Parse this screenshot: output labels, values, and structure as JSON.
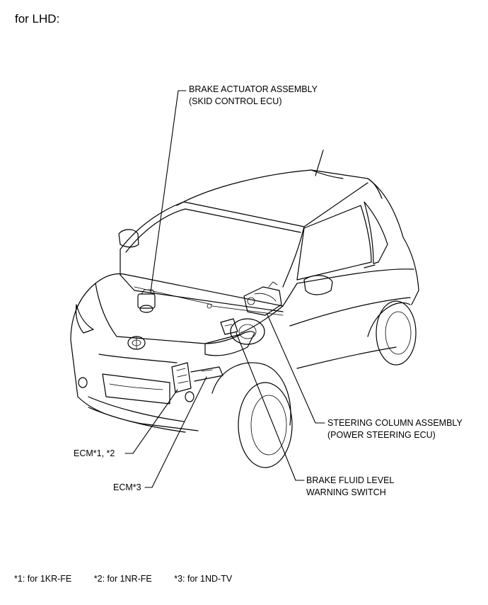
{
  "heading": "for LHD:",
  "labels": {
    "brake_actuator_1": "BRAKE ACTUATOR ASSEMBLY",
    "brake_actuator_2": "(SKID CONTROL  ECU)",
    "steering_1": "STEERING COLUMN ASSEMBLY",
    "steering_2": "(POWER STEERING ECU)",
    "ecm12": "ECM*1, *2",
    "ecm3": "ECM*3",
    "fluid_1": "BRAKE FLUID LEVEL",
    "fluid_2": "WARNING SWITCH"
  },
  "footnotes": [
    "*1: for 1KR-FE",
    "*2: for 1NR-FE",
    "*3: for 1ND-TV"
  ]
}
